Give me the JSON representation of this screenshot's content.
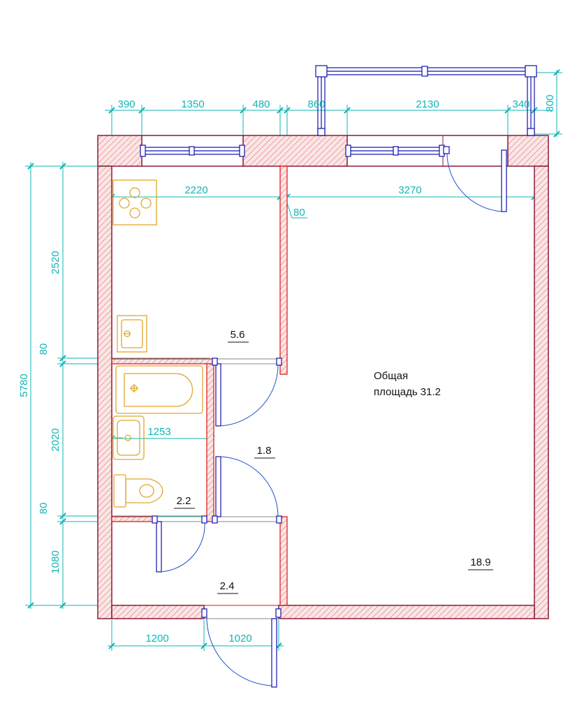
{
  "colors": {
    "wall_outline": "#8a1a3c",
    "wall_hatch": "#e8a0a0",
    "partition_red": "#e01010",
    "window_blue": "#1010b0",
    "door_arc": "#1e50c8",
    "dimension_teal": "#0fb5b5",
    "fixture_gold": "#e0a82a",
    "text": "#111111"
  },
  "dimensions": {
    "top": [
      "390",
      "1350",
      "480",
      "860",
      "2130",
      "340"
    ],
    "balcony_depth": "800",
    "total_height": "5780",
    "left": [
      "2520",
      "80",
      "2020",
      "80",
      "1080"
    ],
    "kitchen_width": "2220",
    "room_width": "3270",
    "partition_thickness": "80",
    "bathroom_width": "1253",
    "bottom": [
      "1200",
      "1020"
    ]
  },
  "areas": {
    "kitchen": "5.6",
    "corridor": "1.8",
    "bathroom": "2.2",
    "hall": "2.4",
    "room": "18.9"
  },
  "total_area": {
    "line1": "Общая",
    "line2": "площадь 31.2"
  },
  "icons": {
    "stove": "stove-icon",
    "kitchen_sink": "kitchen-sink-icon",
    "bathtub": "bathtub-icon",
    "washbasin": "washbasin-icon",
    "toilet": "toilet-icon",
    "door": "door-swing-icon",
    "window": "window-icon"
  }
}
